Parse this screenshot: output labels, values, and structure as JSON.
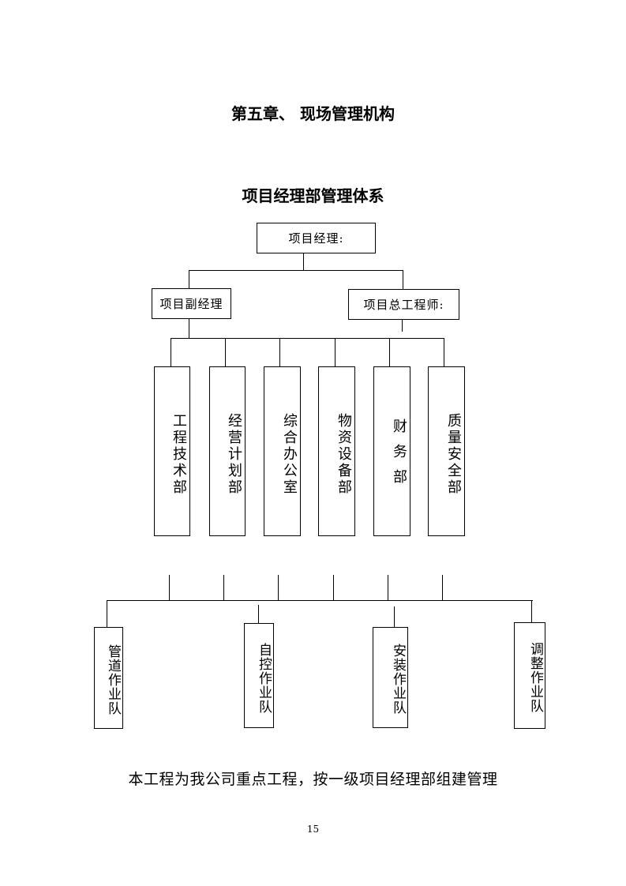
{
  "chapter_title": "第五章、 现场管理机构",
  "chart_title": "项目经理部管理体系",
  "org": {
    "top": "项目经理:",
    "deputy": "项目副经理",
    "chief_engineer": "项目总工程师:",
    "departments": [
      "工程技术部",
      "经营计划部",
      "综合办公室",
      "物资设备部",
      "财务部",
      "质量安全部"
    ],
    "teams": [
      "管道作业队",
      "自控作业队",
      "安装作业队",
      "调整作业队"
    ]
  },
  "body_text": "本工程为我公司重点工程，按一级项目经理部组建管理",
  "page_number": "15"
}
